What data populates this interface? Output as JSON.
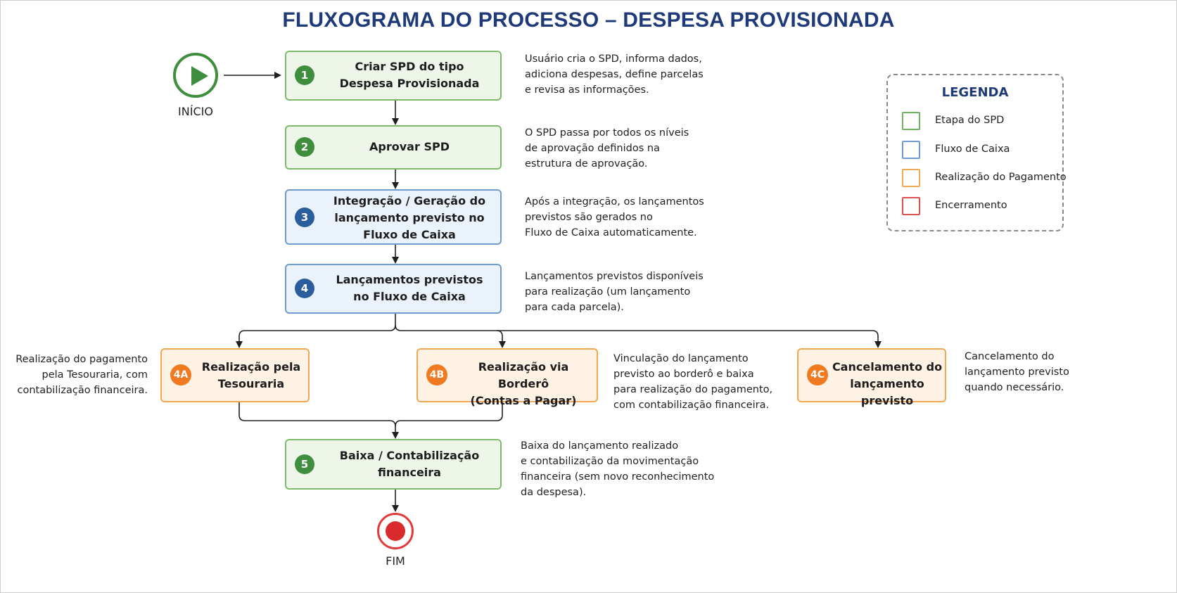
{
  "title": "FLUXOGRAMA DO PROCESSO – DESPESA PROVISIONADA",
  "colors": {
    "title": "#1f3a78",
    "spd_step": "#3e8e3e",
    "cash_flow": "#2a5d9c",
    "payment": "#ef7a20",
    "closing": "#d92b2b"
  },
  "start": {
    "label": "INÍCIO",
    "icon": "play-icon"
  },
  "end": {
    "label": "FIM",
    "icon": "stop-icon"
  },
  "steps": {
    "s1": {
      "badge": "1",
      "label": "Criar SPD do tipo\nDespesa Provisionada",
      "category": "Etapa do SPD",
      "description": "Usuário cria o SPD, informa dados,\nadiciona despesas, define parcelas\ne revisa as informações."
    },
    "s2": {
      "badge": "2",
      "label": "Aprovar SPD",
      "category": "Etapa do SPD",
      "description": "O SPD passa por todos os níveis\nde aprovação definidos na\nestrutura de aprovação."
    },
    "s3": {
      "badge": "3",
      "label": "Integração / Geração do\nlançamento previsto no\nFluxo de Caixa",
      "category": "Fluxo de Caixa",
      "description": "Após a integração, os lançamentos\nprevistos são gerados no\nFluxo de Caixa automaticamente."
    },
    "s4": {
      "badge": "4",
      "label": "Lançamentos previstos\nno Fluxo de Caixa",
      "category": "Fluxo de Caixa",
      "description": "Lançamentos previstos disponíveis\npara realização (um lançamento\npara cada parcela)."
    },
    "s4a": {
      "badge": "4A",
      "label": "Realização pela\nTesouraria",
      "category": "Realização do Pagamento",
      "description": "Realização do pagamento\npela Tesouraria, com\ncontabilização financeira."
    },
    "s4b": {
      "badge": "4B",
      "label": "Realização via Borderô\n(Contas a Pagar)",
      "category": "Realização do Pagamento",
      "description": "Vinculação do lançamento\nprevisto ao borderô e baixa\npara realização do pagamento,\ncom contabilização financeira."
    },
    "s4c": {
      "badge": "4C",
      "label": "Cancelamento do\nlançamento previsto",
      "category": "Realização do Pagamento",
      "description": "Cancelamento do\nlançamento previsto\nquando necessário."
    },
    "s5": {
      "badge": "5",
      "label": "Baixa / Contabilização\nfinanceira",
      "category": "Etapa do SPD",
      "description": "Baixa do lançamento realizado\ne contabilização da movimentação\nfinanceira (sem novo reconhecimento\nda despesa)."
    }
  },
  "legend": {
    "title": "LEGENDA",
    "items": [
      {
        "label": "Etapa do SPD",
        "color": "#6fb35e"
      },
      {
        "label": "Fluxo de Caixa",
        "color": "#6f9bd1"
      },
      {
        "label": "Realização do Pagamento",
        "color": "#f0a853"
      },
      {
        "label": "Encerramento",
        "color": "#e05050"
      }
    ]
  }
}
